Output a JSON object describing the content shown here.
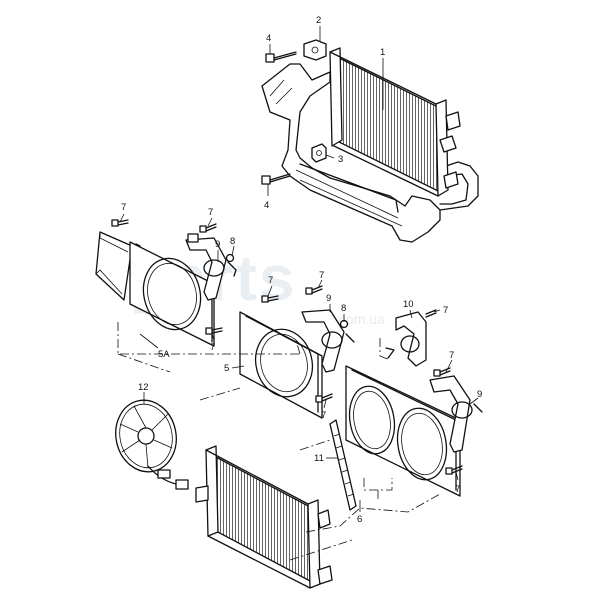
{
  "watermark": {
    "text": "parts",
    "subtext": ".com.ua"
  },
  "callouts": [
    {
      "id": "c1",
      "label": "1"
    },
    {
      "id": "c2",
      "label": "2"
    },
    {
      "id": "c3",
      "label": "3"
    },
    {
      "id": "c4a",
      "label": "4"
    },
    {
      "id": "c4b",
      "label": "4"
    },
    {
      "id": "c7a",
      "label": "7"
    },
    {
      "id": "c7b",
      "label": "7"
    },
    {
      "id": "c7c",
      "label": "7"
    },
    {
      "id": "c9a",
      "label": "9"
    },
    {
      "id": "c8a",
      "label": "8"
    },
    {
      "id": "c7d",
      "label": "7"
    },
    {
      "id": "c7e",
      "label": "7"
    },
    {
      "id": "c9b",
      "label": "9"
    },
    {
      "id": "c8b",
      "label": "8"
    },
    {
      "id": "c10",
      "label": "10"
    },
    {
      "id": "c7f",
      "label": "7"
    },
    {
      "id": "c5a",
      "label": "5A"
    },
    {
      "id": "c5",
      "label": "5"
    },
    {
      "id": "c7g",
      "label": "7"
    },
    {
      "id": "c7h",
      "label": "7"
    },
    {
      "id": "c7i",
      "label": "7"
    },
    {
      "id": "c9c",
      "label": "9"
    },
    {
      "id": "c7j",
      "label": "7"
    },
    {
      "id": "c12",
      "label": "12"
    },
    {
      "id": "c11",
      "label": "11"
    },
    {
      "id": "c6",
      "label": "6"
    },
    {
      "id": "c7k",
      "label": "7"
    }
  ]
}
